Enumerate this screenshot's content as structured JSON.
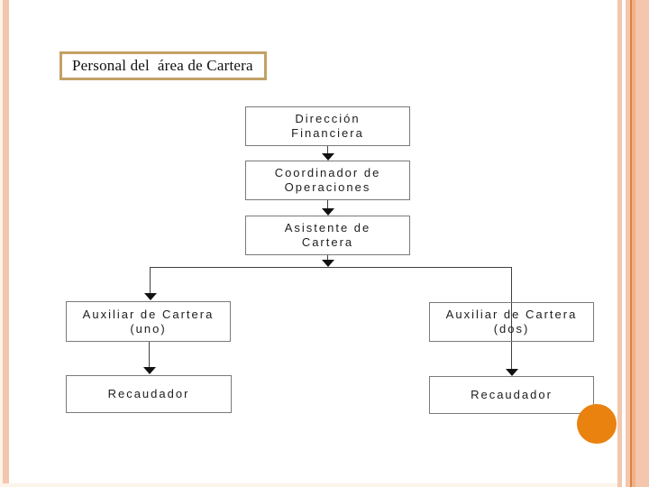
{
  "slide": {
    "title": "Personal del  área de Cartera"
  },
  "org": {
    "nodes": [
      {
        "id": "direccion-financiera",
        "line1": "Dirección",
        "line2": "Financiera"
      },
      {
        "id": "coordinador-operaciones",
        "line1": "Coordinador de",
        "line2": "Operaciones"
      },
      {
        "id": "asistente-cartera",
        "line1": "Asistente de",
        "line2": "Cartera"
      },
      {
        "id": "auxiliar-cartera-uno",
        "line1": "Auxiliar de Cartera",
        "line2": "(uno)"
      },
      {
        "id": "auxiliar-cartera-dos",
        "line1": "Auxiliar de Cartera",
        "line2": "(dos)"
      },
      {
        "id": "recaudador-izquierda",
        "line1": "Recaudador"
      },
      {
        "id": "recaudador-derecha",
        "line1": "Recaudador"
      }
    ],
    "edges": [
      [
        "Dirección Financiera",
        "Coordinador de Operaciones"
      ],
      [
        "Coordinador de Operaciones",
        "Asistente de Cartera"
      ],
      [
        "Asistente de Cartera",
        "Auxiliar de Cartera (uno)"
      ],
      [
        "Asistente de Cartera",
        "Auxiliar de Cartera (dos)"
      ],
      [
        "Auxiliar de Cartera (uno)",
        "Recaudador"
      ],
      [
        "Auxiliar de Cartera (dos)",
        "Recaudador"
      ]
    ]
  },
  "colors": {
    "stripe_salmon": "#F3C7AE",
    "stripe_orange_dark": "#DC8040",
    "stripe_orange_light": "#F2B286",
    "accent_circle_orange": "#EA8210",
    "title_border_tan": "#C2A165",
    "box_border_gray": "#7A7A7A"
  }
}
